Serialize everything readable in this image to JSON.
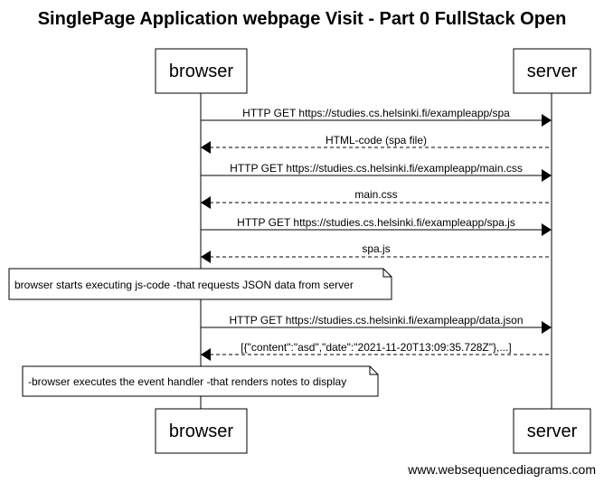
{
  "title": "SinglePage Application webpage Visit - Part 0 FullStack Open",
  "participants": [
    {
      "id": "browser",
      "label": "browser"
    },
    {
      "id": "server",
      "label": "server"
    }
  ],
  "messages": [
    {
      "from": "browser",
      "to": "server",
      "label": "HTTP GET https://studies.cs.helsinki.fi/exampleapp/spa",
      "style": "solid"
    },
    {
      "from": "server",
      "to": "browser",
      "label": "HTML-code (spa file)",
      "style": "dashed"
    },
    {
      "from": "browser",
      "to": "server",
      "label": "HTTP GET https://studies.cs.helsinki.fi/exampleapp/main.css",
      "style": "solid"
    },
    {
      "from": "server",
      "to": "browser",
      "label": "main.css",
      "style": "dashed"
    },
    {
      "from": "browser",
      "to": "server",
      "label": "HTTP GET https://studies.cs.helsinki.fi/exampleapp/spa.js",
      "style": "solid"
    },
    {
      "from": "server",
      "to": "browser",
      "label": "spa.js",
      "style": "dashed"
    }
  ],
  "note1": "browser starts executing js-code -that requests JSON data from server",
  "messages2": [
    {
      "from": "browser",
      "to": "server",
      "label": "HTTP GET https://studies.cs.helsinki.fi/exampleapp/data.json",
      "style": "solid"
    },
    {
      "from": "server",
      "to": "browser",
      "label": "[{\"content\":\"asd\",\"date\":\"2021-11-20T13:09:35.728Z\"},...]",
      "style": "dashed"
    }
  ],
  "note2": "-browser executes the event handler -that renders notes to display",
  "footer": "www.websequencediagrams.com"
}
